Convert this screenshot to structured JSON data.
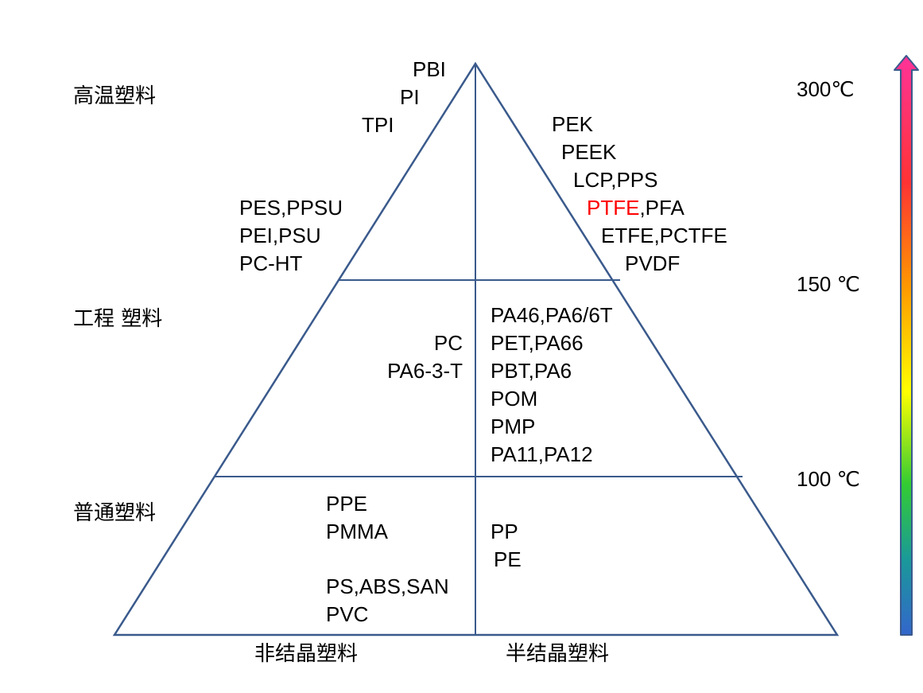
{
  "tiers": [
    {
      "label": "高温塑料"
    },
    {
      "label": "工程 塑料"
    },
    {
      "label": "普通塑料"
    }
  ],
  "columns": {
    "amorphous": "非结晶塑料",
    "semicrystalline": "半结晶塑料"
  },
  "temperatures": {
    "t300": "300℃",
    "t150": "150 ℃",
    "t100": "100 ℃"
  },
  "high_temp": {
    "apex": [
      "PBI",
      "PI",
      "TPI"
    ],
    "amorphous": [
      "PES,PPSU",
      "PEI,PSU",
      "PC-HT"
    ],
    "semicrystalline": [
      "PEK",
      "PEEK",
      "LCP,PPS",
      "PTFE",
      ",PFA",
      "ETFE,PCTFE",
      "PVDF"
    ]
  },
  "engineering": {
    "amorphous": [
      "PC",
      "PA6-3-T"
    ],
    "semicrystalline": [
      "PA46,PA6/6T",
      "PET,PA66",
      "PBT,PA6",
      "POM",
      "PMP",
      "PA11,PA12"
    ]
  },
  "commodity": {
    "amorphous": [
      "PPE",
      "PMMA",
      "PS,ABS,SAN",
      "PVC"
    ],
    "semicrystalline": [
      "PP",
      "PE"
    ]
  },
  "colors": {
    "line": "#3a5a8c",
    "highlight": "#ff0000",
    "gradient_top": "#ff3399",
    "gradient_upper": "#ff3333",
    "gradient_mid_upper": "#ff9900",
    "gradient_mid": "#ffff00",
    "gradient_mid_lower": "#33cc33",
    "gradient_lower": "#1a9999",
    "gradient_bottom": "#3366cc"
  }
}
